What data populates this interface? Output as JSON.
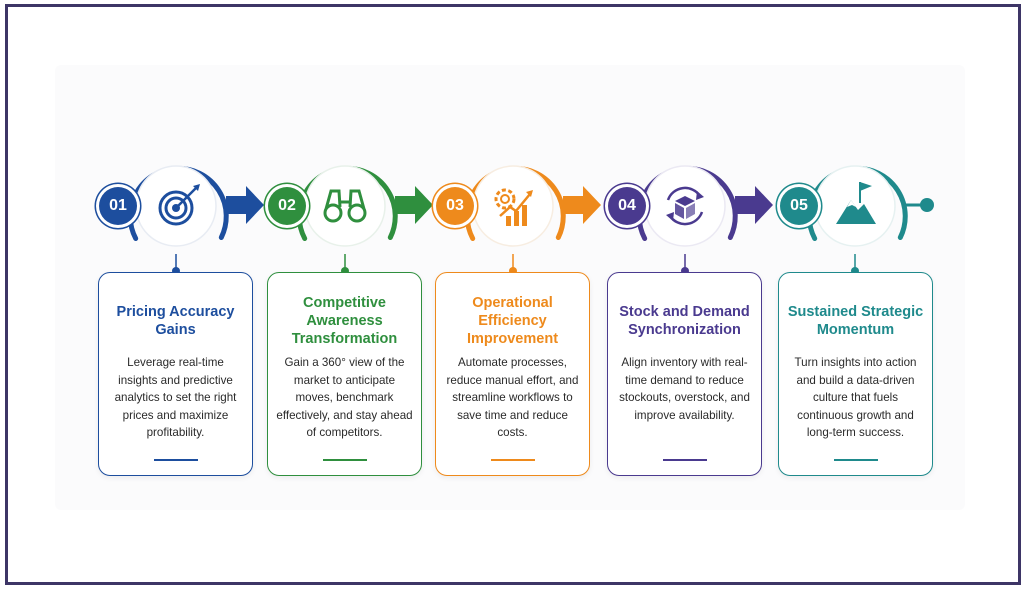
{
  "colors": {
    "blue": "#1d4e9e",
    "green": "#2f8f3e",
    "orange": "#ee8a1c",
    "purple": "#4a3a8f",
    "teal": "#1f8a8c",
    "frame": "#3d3566"
  },
  "steps": [
    {
      "number": "01",
      "icon": "target-icon",
      "title": "Pricing Accuracy Gains",
      "description": "Leverage real-time insights and predictive analytics to set the right prices and maximize profitability."
    },
    {
      "number": "02",
      "icon": "binoculars-icon",
      "title": "Competitive Awareness Transformation",
      "description": "Gain a 360° view of the market to anticipate moves, benchmark effectively, and stay ahead of competitors."
    },
    {
      "number": "03",
      "icon": "gear-growth-chart-icon",
      "title": "Operational Efficiency Improvement",
      "description": "Automate processes, reduce manual effort, and streamline workflows to save time and reduce costs."
    },
    {
      "number": "04",
      "icon": "box-sync-icon",
      "title": "Stock and Demand Synchronization",
      "description": "Align inventory with real-time demand to reduce stockouts, overstock, and improve availability."
    },
    {
      "number": "05",
      "icon": "mountain-flag-icon",
      "title": "Sustained Strategic Momentum",
      "description": "Turn insights into action and build a data-driven culture that fuels continuous growth and long-term success."
    }
  ]
}
